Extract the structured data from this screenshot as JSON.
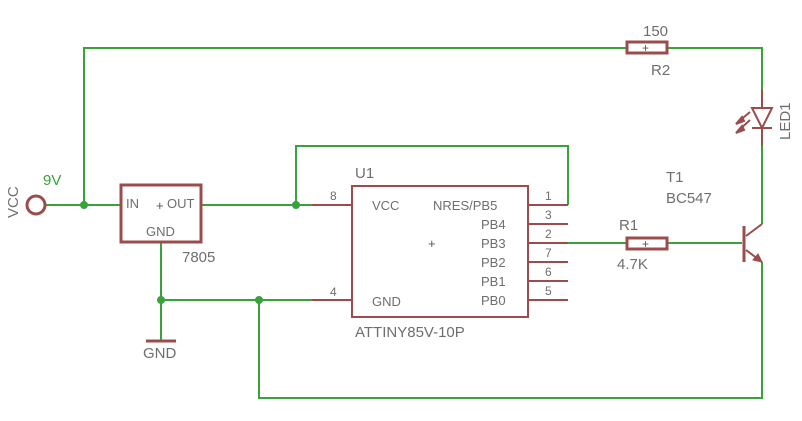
{
  "colors": {
    "wire": "#3aa23a",
    "component": "#9b4c4c",
    "text": "#6e6e6e",
    "background": "#ffffff"
  },
  "vcc": {
    "name": "VCC",
    "value": "9V"
  },
  "regulator": {
    "value": "7805",
    "pin_in": "IN",
    "pin_out": "OUT",
    "pin_gnd": "GND"
  },
  "ground": {
    "name": "GND"
  },
  "mcu": {
    "name": "U1",
    "value": "ATTINY85V-10P",
    "left_pins": [
      {
        "label": "VCC",
        "number": "8"
      },
      {
        "label": "GND",
        "number": "4"
      }
    ],
    "right_pins": [
      {
        "label": "NRES/PB5",
        "number": "1"
      },
      {
        "label": "PB4",
        "number": "3"
      },
      {
        "label": "PB3",
        "number": "2"
      },
      {
        "label": "PB2",
        "number": "7"
      },
      {
        "label": "PB1",
        "number": "6"
      },
      {
        "label": "PB0",
        "number": "5"
      }
    ]
  },
  "r1": {
    "name": "R1",
    "value": "4.7K"
  },
  "r2": {
    "name": "R2",
    "value": "150"
  },
  "led": {
    "name": "LED1"
  },
  "transistor": {
    "name": "T1",
    "value": "BC547"
  }
}
